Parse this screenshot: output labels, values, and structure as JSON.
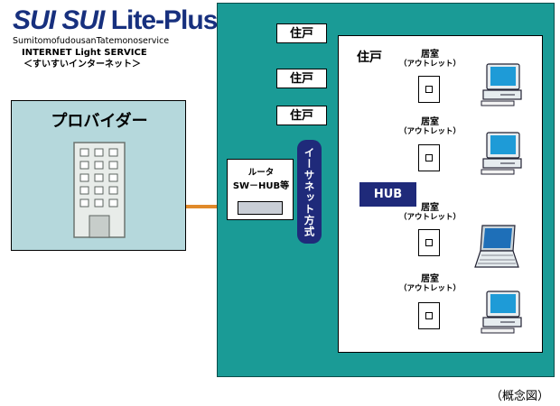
{
  "logo": {
    "brand_prefix": "SUI SUI",
    "brand_suffix": "Lite-Plus",
    "company": "SumitomofudousanTatemonoservice",
    "service": "INTERNET Light SERVICE",
    "tagline": "＜すいすいインターネット＞"
  },
  "provider": {
    "title": "プロバイダー"
  },
  "apartment": {
    "units": [
      "住戸",
      "住戸",
      "住戸"
    ],
    "router": {
      "label_top": "ルータ",
      "label_bottom": "SW－HUB等"
    },
    "ethernet": "イーサネット方式",
    "hub": "HUB",
    "unit_area_label": "住戸",
    "rooms": [
      {
        "title": "居室",
        "sub": "（アウトレット）",
        "device": "desktop"
      },
      {
        "title": "居室",
        "sub": "（アウトレット）",
        "device": "desktop"
      },
      {
        "title": "居室",
        "sub": "（アウトレット）",
        "device": "laptop"
      },
      {
        "title": "居室",
        "sub": "（アウトレット）",
        "device": "desktop"
      }
    ]
  },
  "caption": "（概念図）",
  "colors": {
    "apartment": "#1a9b96",
    "provider": "#b5d8dc",
    "navy": "#1f2a7a",
    "link": "#e08a2a"
  }
}
